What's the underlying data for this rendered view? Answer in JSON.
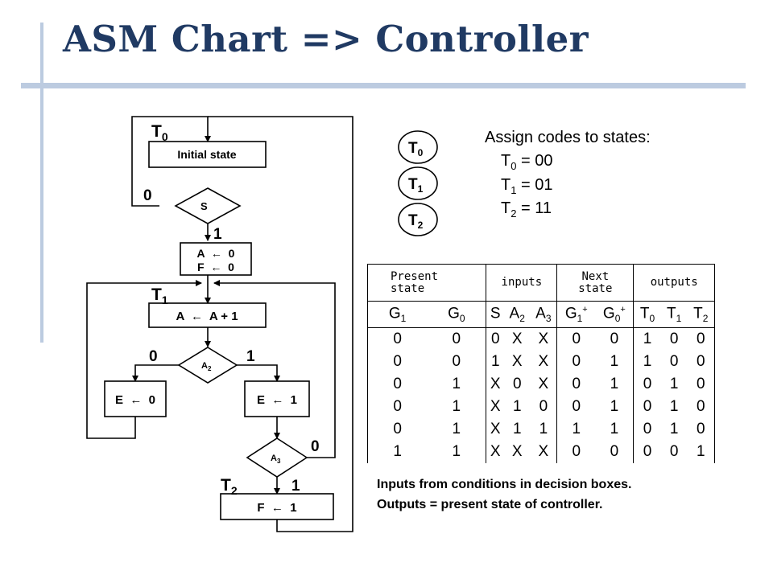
{
  "slide": {
    "title": "ASM Chart => Controller"
  },
  "asm_chart": {
    "state_labels": [
      {
        "base": "T",
        "sub": "0"
      },
      {
        "base": "T",
        "sub": "1"
      },
      {
        "base": "T",
        "sub": "2"
      }
    ],
    "boxes": {
      "initial_state": "Initial state",
      "init_a": "A  ←  0",
      "init_f": "F  ←  0",
      "inc_a": "A  ←  A + 1",
      "set_e0": "E  ←  0",
      "set_e1": "E  ←  1",
      "set_f1": "F  ←  1"
    },
    "decisions": {
      "s": {
        "base": "S",
        "sub": ""
      },
      "a2": {
        "base": "A",
        "sub": "2"
      },
      "a3": {
        "base": "A",
        "sub": "3"
      }
    },
    "branch_labels": {
      "s_false": "0",
      "s_true": "1",
      "a2_false": "0",
      "a2_true": "1",
      "a3_false": "0",
      "a3_true": "1"
    }
  },
  "state_bubbles": [
    {
      "base": "T",
      "sub": "0"
    },
    {
      "base": "T",
      "sub": "1"
    },
    {
      "base": "T",
      "sub": "2"
    }
  ],
  "assignment": {
    "heading": "Assign codes to states:",
    "codes": [
      {
        "base": "T",
        "sub": "0",
        "rest": " = 00"
      },
      {
        "base": "T",
        "sub": "1",
        "rest": " = 01"
      },
      {
        "base": "T",
        "sub": "2",
        "rest": " = 11"
      }
    ]
  },
  "state_table": {
    "group_headers": [
      "Present\nstate",
      "inputs",
      "Next\nstate",
      "outputs"
    ],
    "columns": [
      {
        "base": "G",
        "sub": "1",
        "sup": ""
      },
      {
        "base": "G",
        "sub": "0",
        "sup": ""
      },
      {
        "base": "S",
        "sub": "",
        "sup": ""
      },
      {
        "base": "A",
        "sub": "2",
        "sup": ""
      },
      {
        "base": "A",
        "sub": "3",
        "sup": ""
      },
      {
        "base": "G",
        "sub": "1",
        "sup": "+"
      },
      {
        "base": "G",
        "sub": "0",
        "sup": "+"
      },
      {
        "base": "T",
        "sub": "0",
        "sup": ""
      },
      {
        "base": "T",
        "sub": "1",
        "sup": ""
      },
      {
        "base": "T",
        "sub": "2",
        "sup": ""
      }
    ],
    "rows": [
      [
        "0",
        "0",
        "0",
        "X",
        "X",
        "0",
        "0",
        "1",
        "0",
        "0"
      ],
      [
        "0",
        "0",
        "1",
        "X",
        "X",
        "0",
        "1",
        "1",
        "0",
        "0"
      ],
      [
        "0",
        "1",
        "X",
        "0",
        "X",
        "0",
        "1",
        "0",
        "1",
        "0"
      ],
      [
        "0",
        "1",
        "X",
        "1",
        "0",
        "0",
        "1",
        "0",
        "1",
        "0"
      ],
      [
        "0",
        "1",
        "X",
        "1",
        "1",
        "1",
        "1",
        "0",
        "1",
        "0"
      ],
      [
        "1",
        "1",
        "X",
        "X",
        "X",
        "0",
        "0",
        "0",
        "0",
        "1"
      ]
    ]
  },
  "notes": [
    "Inputs from conditions in decision boxes.",
    "Outputs = present state of controller."
  ]
}
